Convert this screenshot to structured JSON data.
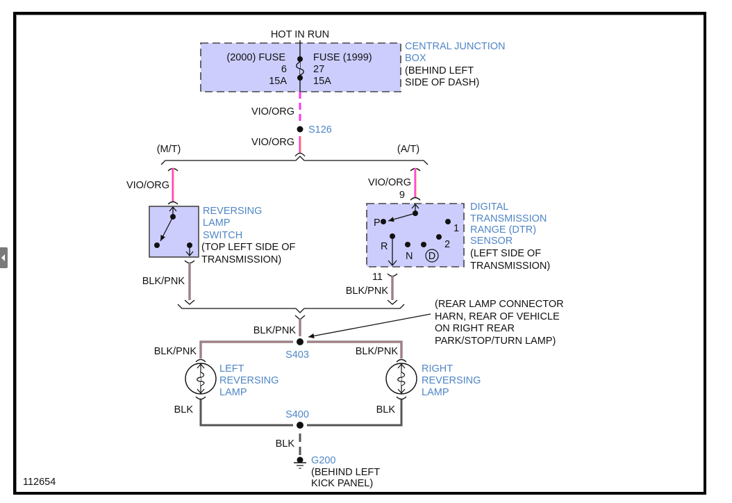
{
  "diagram_id": "112654",
  "colors": {
    "component_fill": "#cccdfc",
    "label_blue": "#4f86c6",
    "wire_vio": "#ff33ee",
    "wire_org": "#ff9a3c",
    "wire_blk": "#555555",
    "wire_pnk": "#ff9eb4"
  },
  "power": {
    "label": "HOT IN RUN"
  },
  "junction_box": {
    "name_line1": "CENTRAL JUNCTION",
    "name_line2": "BOX",
    "location_line1": "(BEHIND LEFT",
    "location_line2": "SIDE OF DASH)",
    "left_fuse": {
      "title": "(2000) FUSE",
      "number": "6",
      "rating": "15A"
    },
    "right_fuse": {
      "title": "FUSE  (1999)",
      "number": "27",
      "rating": "15A"
    }
  },
  "wires": {
    "top_upper": "VIO/ORG",
    "top_lower": "VIO/ORG",
    "mt_branch": "VIO/ORG",
    "at_branch": "VIO/ORG",
    "mt_out": "BLK/PNK",
    "at_out": "BLK/PNK",
    "rear_in": "BLK/PNK",
    "left_lamp_in": "BLK/PNK",
    "right_lamp_in": "BLK/PNK",
    "left_lamp_out": "BLK",
    "right_lamp_out": "BLK",
    "ground": "BLK"
  },
  "splices": {
    "s126": "S126",
    "s403": "S403",
    "s400": "S400"
  },
  "branches": {
    "mt": "(M/T)",
    "at": "(A/T)"
  },
  "reversing_switch": {
    "name_line1": "REVERSING",
    "name_line2": "LAMP",
    "name_line3": "SWITCH",
    "location_line1": "(TOP LEFT SIDE OF",
    "location_line2": "TRANSMISSION)"
  },
  "dtr_sensor": {
    "name_line1": "DIGITAL",
    "name_line2": "TRANSMISSION",
    "name_line3": "RANGE (DTR)",
    "name_line4": "SENSOR",
    "location_line1": "(LEFT SIDE OF",
    "location_line2": "TRANSMISSION)",
    "pin_in": "9",
    "pin_out": "11",
    "positions": {
      "p": "P",
      "r": "R",
      "n": "N",
      "d": "D",
      "two": "2",
      "one": "1"
    }
  },
  "rear_connector_note": {
    "line1": "(REAR LAMP CONNECTOR",
    "line2": "HARN, REAR OF VEHICLE",
    "line3": "ON RIGHT REAR",
    "line4": "PARK/STOP/TURN LAMP)"
  },
  "left_lamp": {
    "line1": "LEFT",
    "line2": "REVERSING",
    "line3": "LAMP"
  },
  "right_lamp": {
    "line1": "RIGHT",
    "line2": "REVERSING",
    "line3": "LAMP"
  },
  "ground": {
    "name": "G200",
    "location_line1": "(BEHIND LEFT",
    "location_line2": "KICK PANEL)"
  }
}
